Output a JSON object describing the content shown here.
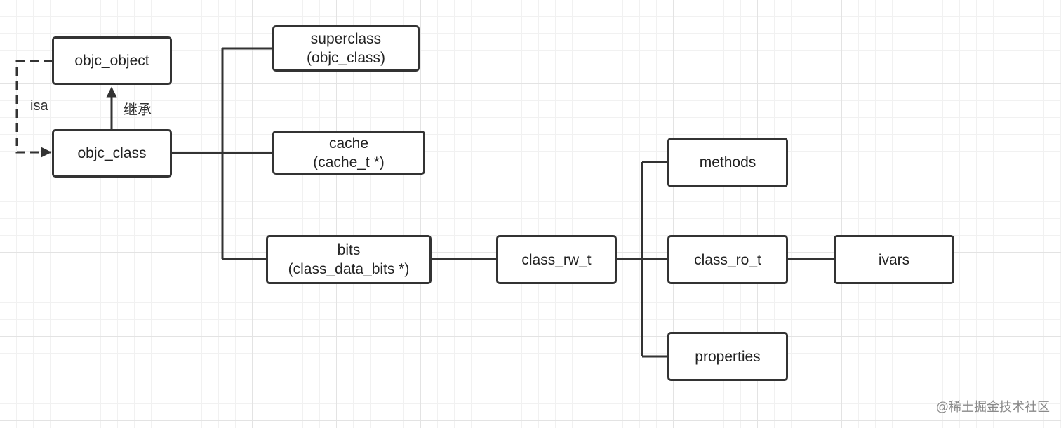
{
  "nodes": {
    "objc_object": {
      "label": "objc_object"
    },
    "objc_class": {
      "label": "objc_class"
    },
    "superclass": {
      "label": "superclass",
      "sublabel": "(objc_class)"
    },
    "cache": {
      "label": "cache",
      "sublabel": "(cache_t *)"
    },
    "bits": {
      "label": "bits",
      "sublabel": "(class_data_bits *)"
    },
    "class_rw_t": {
      "label": "class_rw_t"
    },
    "methods": {
      "label": "methods"
    },
    "class_ro_t": {
      "label": "class_ro_t"
    },
    "properties": {
      "label": "properties"
    },
    "ivars": {
      "label": "ivars"
    }
  },
  "edges": {
    "isa": {
      "label": "isa"
    },
    "inherit": {
      "label": "继承"
    }
  },
  "watermark": "@稀土掘金技术社区",
  "colors": {
    "stroke": "#333333",
    "box_fill": "#ffffff",
    "grid": "#e3e3e3"
  }
}
